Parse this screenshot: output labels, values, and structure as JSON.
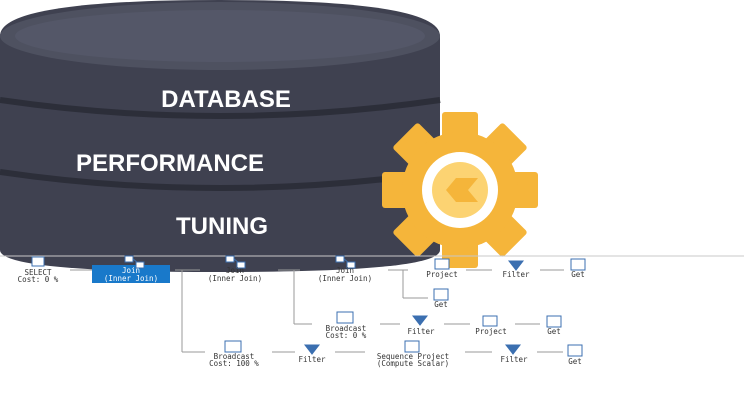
{
  "banner": {
    "words": [
      "DATABASE",
      "PERFORMANCE",
      "TUNING"
    ],
    "colors": {
      "cylinder": "#3f4150",
      "cylinder_top": "#4e5160",
      "gear": "#f5b53a",
      "gear_highlight": "#fcd372"
    }
  },
  "plan": {
    "nodes": {
      "select": [
        "SELECT",
        "Cost: 0 %"
      ],
      "join1": [
        "Join",
        "(Inner Join)"
      ],
      "join2": [
        "Join",
        "(Inner Join)"
      ],
      "join3": [
        "Join",
        "(Inner Join)"
      ],
      "project1": [
        "Project"
      ],
      "filter1": [
        "Filter"
      ],
      "get1": [
        "Get"
      ],
      "get2": [
        "Get"
      ],
      "broadcast1": [
        "Broadcast",
        "Cost: 0 %"
      ],
      "filter2": [
        "Filter"
      ],
      "project2": [
        "Project"
      ],
      "get3": [
        "Get"
      ],
      "broadcast2": [
        "Broadcast",
        "Cost: 100 %"
      ],
      "filter3": [
        "Filter"
      ],
      "seqproject": [
        "Sequence Project",
        "(Compute Scalar)"
      ],
      "filter4": [
        "Filter"
      ],
      "get4": [
        "Get"
      ]
    },
    "colors": {
      "selected": "#1979ca",
      "connector": "#9a9a9a",
      "icon": "#3b6fb0"
    }
  }
}
